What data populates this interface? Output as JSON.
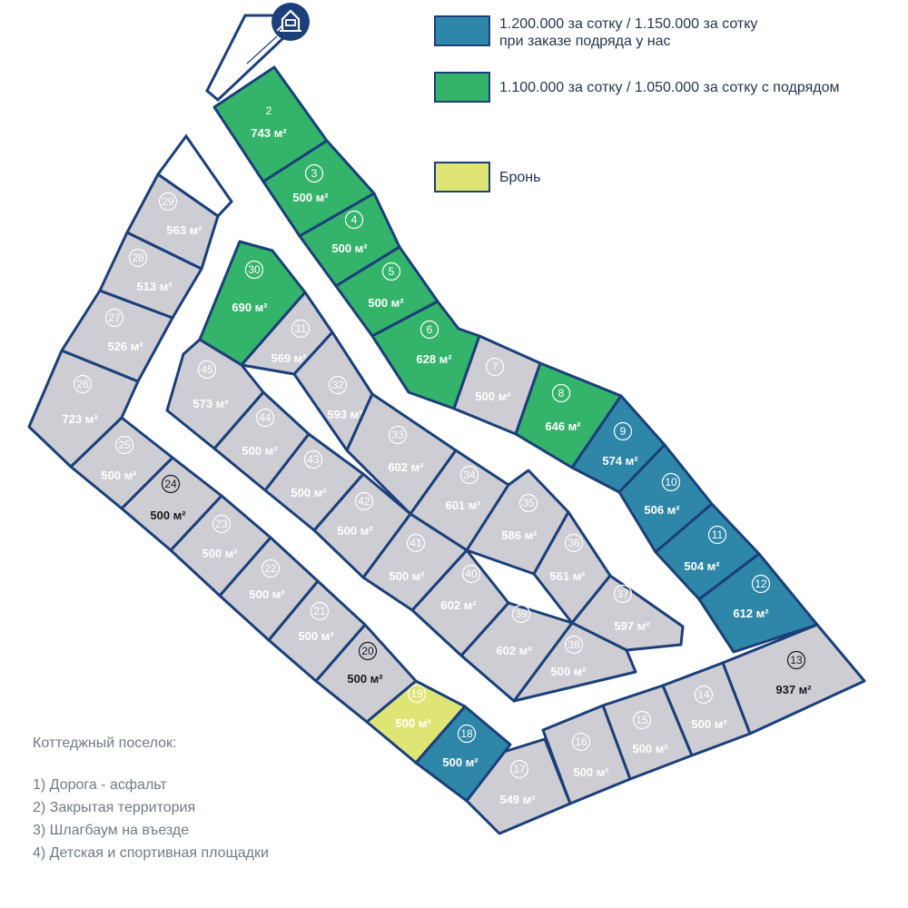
{
  "legend": [
    {
      "text": "1.200.000 за сотку / 1.150.000 за сотку\nпри заказе подряда у нас",
      "color": "#2e86a8"
    },
    {
      "text": "1.100.000 за сотку / 1.050.000 за сотку с подрядом",
      "color": "#34b36a"
    },
    {
      "text": "Бронь",
      "color": "#dfe574"
    }
  ],
  "features": {
    "title": "Коттеджный поселок:",
    "items": [
      "1) Дорога - асфальт",
      "2) Закрытая территория",
      "3) Шлагбаум на въезде",
      "4) Детская и спортивная площадки"
    ]
  },
  "playground_icon": "playground-icon",
  "colors": {
    "outline": "#1b3f7a",
    "gray": "#cdcdd3",
    "green": "#34b36a",
    "blue": "#2e86a8",
    "yellow": "#dfe574"
  },
  "lots": [
    {
      "num": "2",
      "area": "743 м²",
      "status": "green"
    },
    {
      "num": "3",
      "area": "500 м²",
      "status": "green"
    },
    {
      "num": "4",
      "area": "500 м²",
      "status": "green"
    },
    {
      "num": "5",
      "area": "500 м²",
      "status": "green"
    },
    {
      "num": "6",
      "area": "628 м²",
      "status": "green"
    },
    {
      "num": "7",
      "area": "500 м²",
      "status": "gray"
    },
    {
      "num": "8",
      "area": "646 м²",
      "status": "green"
    },
    {
      "num": "9",
      "area": "574 м²",
      "status": "blue"
    },
    {
      "num": "10",
      "area": "506 м²",
      "status": "blue"
    },
    {
      "num": "11",
      "area": "504 м²",
      "status": "blue"
    },
    {
      "num": "12",
      "area": "612 м²",
      "status": "blue"
    },
    {
      "num": "13",
      "area": "937 м²",
      "status": "gray"
    },
    {
      "num": "14",
      "area": "500 м²",
      "status": "gray"
    },
    {
      "num": "15",
      "area": "500 м²",
      "status": "gray"
    },
    {
      "num": "16",
      "area": "500 м²",
      "status": "gray"
    },
    {
      "num": "17",
      "area": "549 м²",
      "status": "gray"
    },
    {
      "num": "18",
      "area": "500 м²",
      "status": "blue"
    },
    {
      "num": "19",
      "area": "500 м²",
      "status": "yellow"
    },
    {
      "num": "20",
      "area": "500 м²",
      "status": "gray"
    },
    {
      "num": "21",
      "area": "500 м²",
      "status": "gray"
    },
    {
      "num": "22",
      "area": "500 м²",
      "status": "gray"
    },
    {
      "num": "23",
      "area": "500 м²",
      "status": "gray"
    },
    {
      "num": "24",
      "area": "500 м²",
      "status": "gray"
    },
    {
      "num": "25",
      "area": "500 м²",
      "status": "gray"
    },
    {
      "num": "26",
      "area": "723 м²",
      "status": "gray"
    },
    {
      "num": "27",
      "area": "526 м²",
      "status": "gray"
    },
    {
      "num": "28",
      "area": "513 м²",
      "status": "gray"
    },
    {
      "num": "29",
      "area": "563 м²",
      "status": "gray"
    },
    {
      "num": "30",
      "area": "690 м²",
      "status": "green"
    },
    {
      "num": "31",
      "area": "569 м²",
      "status": "gray"
    },
    {
      "num": "32",
      "area": "593 м²",
      "status": "gray"
    },
    {
      "num": "33",
      "area": "602 м²",
      "status": "gray"
    },
    {
      "num": "34",
      "area": "601 м²",
      "status": "gray"
    },
    {
      "num": "35",
      "area": "586 м²",
      "status": "gray"
    },
    {
      "num": "36",
      "area": "561 м²",
      "status": "gray"
    },
    {
      "num": "37",
      "area": "597 м²",
      "status": "gray"
    },
    {
      "num": "38",
      "area": "500 м²",
      "status": "gray"
    },
    {
      "num": "39",
      "area": "602 м²",
      "status": "gray"
    },
    {
      "num": "40",
      "area": "602 м²",
      "status": "gray"
    },
    {
      "num": "41",
      "area": "500 м²",
      "status": "gray"
    },
    {
      "num": "42",
      "area": "500 м²",
      "status": "gray"
    },
    {
      "num": "43",
      "area": "500 м²",
      "status": "gray"
    },
    {
      "num": "44",
      "area": "500 м²",
      "status": "gray"
    },
    {
      "num": "45",
      "area": "573 м²",
      "status": "gray"
    }
  ]
}
